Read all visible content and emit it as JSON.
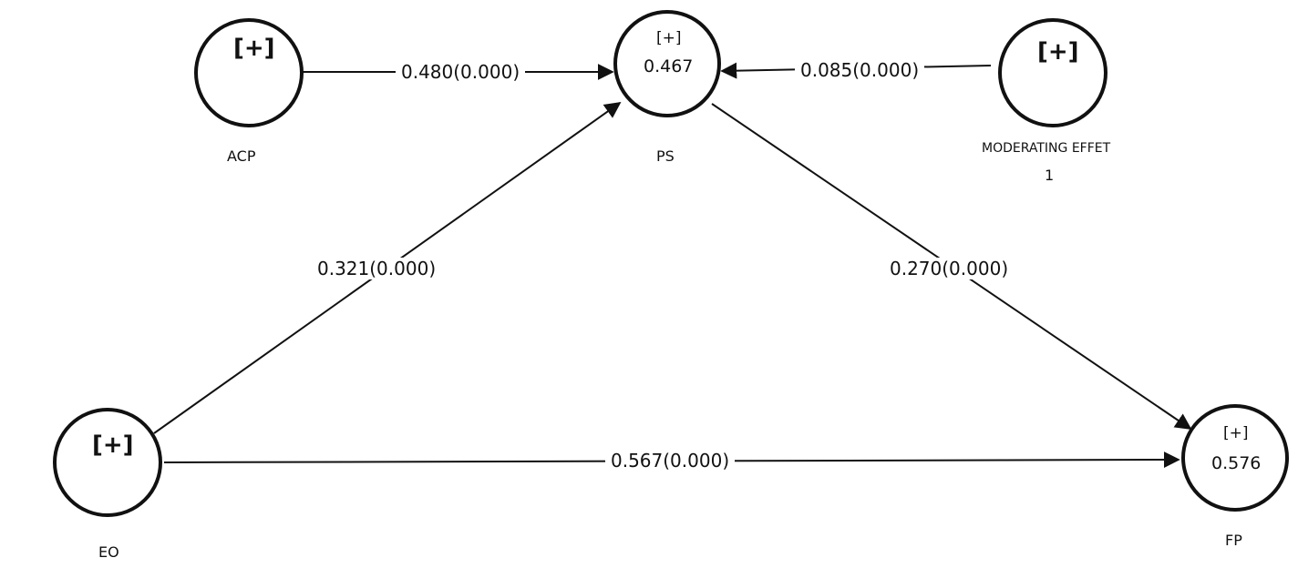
{
  "nodes": {
    "acp": {
      "name": "ACP",
      "marker": "[+]"
    },
    "ps": {
      "name": "PS",
      "marker": "[+]",
      "r2": "0.467"
    },
    "mod": {
      "name": "MODERATING EFFET",
      "sub": "1",
      "marker": "[+]"
    },
    "eo": {
      "name": "EO",
      "marker": "[+]"
    },
    "fp": {
      "name": "FP",
      "marker": "[+]",
      "r2": "0.576"
    }
  },
  "paths": {
    "acp_ps": "0.480(0.000)",
    "mod_ps": "0.085(0.000)",
    "eo_ps": "0.321(0.000)",
    "ps_fp": "0.270(0.000)",
    "eo_fp": "0.567(0.000)"
  },
  "colors": {
    "line": "#111111",
    "background": "#ffffff"
  }
}
